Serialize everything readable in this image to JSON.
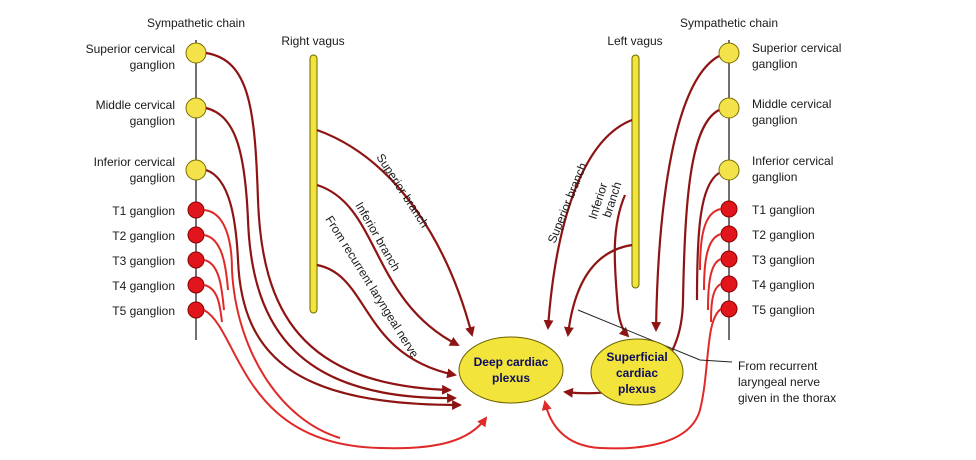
{
  "left": {
    "chain_title": "Sympathetic chain",
    "cervical": [
      {
        "line1": "Superior cervical",
        "line2": "ganglion"
      },
      {
        "line1": "Middle cervical",
        "line2": "ganglion"
      },
      {
        "line1": "Inferior cervical",
        "line2": "ganglion"
      }
    ],
    "thoracic": [
      "T1 ganglion",
      "T2 ganglion",
      "T3 ganglion",
      "T4 ganglion",
      "T5 ganglion"
    ],
    "vagus_title": "Right vagus",
    "superior_branch": "Superior branch",
    "inferior_branch": "Inferior branch",
    "recurrent": "From recurrent laryngeal nerve"
  },
  "right": {
    "chain_title": "Sympathetic chain",
    "cervical": [
      {
        "line1": "Superior cervical",
        "line2": "ganglion"
      },
      {
        "line1": "Middle cervical",
        "line2": "ganglion"
      },
      {
        "line1": "Inferior cervical",
        "line2": "ganglion"
      }
    ],
    "thoracic": [
      "T1 ganglion",
      "T2 ganglion",
      "T3 ganglion",
      "T4 ganglion",
      "T5 ganglion"
    ],
    "vagus_title": "Left vagus",
    "superior_branch": "Superior branch",
    "inferior_branch_line1": "Inferior",
    "inferior_branch_line2": "branch"
  },
  "deep_plexus": {
    "line1": "Deep cardiac",
    "line2": "plexus"
  },
  "superficial_plexus": {
    "line1": "Superficial",
    "line2": "cardiac",
    "line3": "plexus"
  },
  "recurrent_note": {
    "line1": "From recurrent",
    "line2": "laryngeal nerve",
    "line3": "given in the thorax"
  },
  "colors": {
    "ganglion_cervical": "#f3e24a",
    "ganglion_thoracic": "#e0161c",
    "vagus": "#f2e43a",
    "plexus": "#f2e43a",
    "nerve_dark": "#8e1414",
    "nerve_bright": "#df2a28"
  }
}
